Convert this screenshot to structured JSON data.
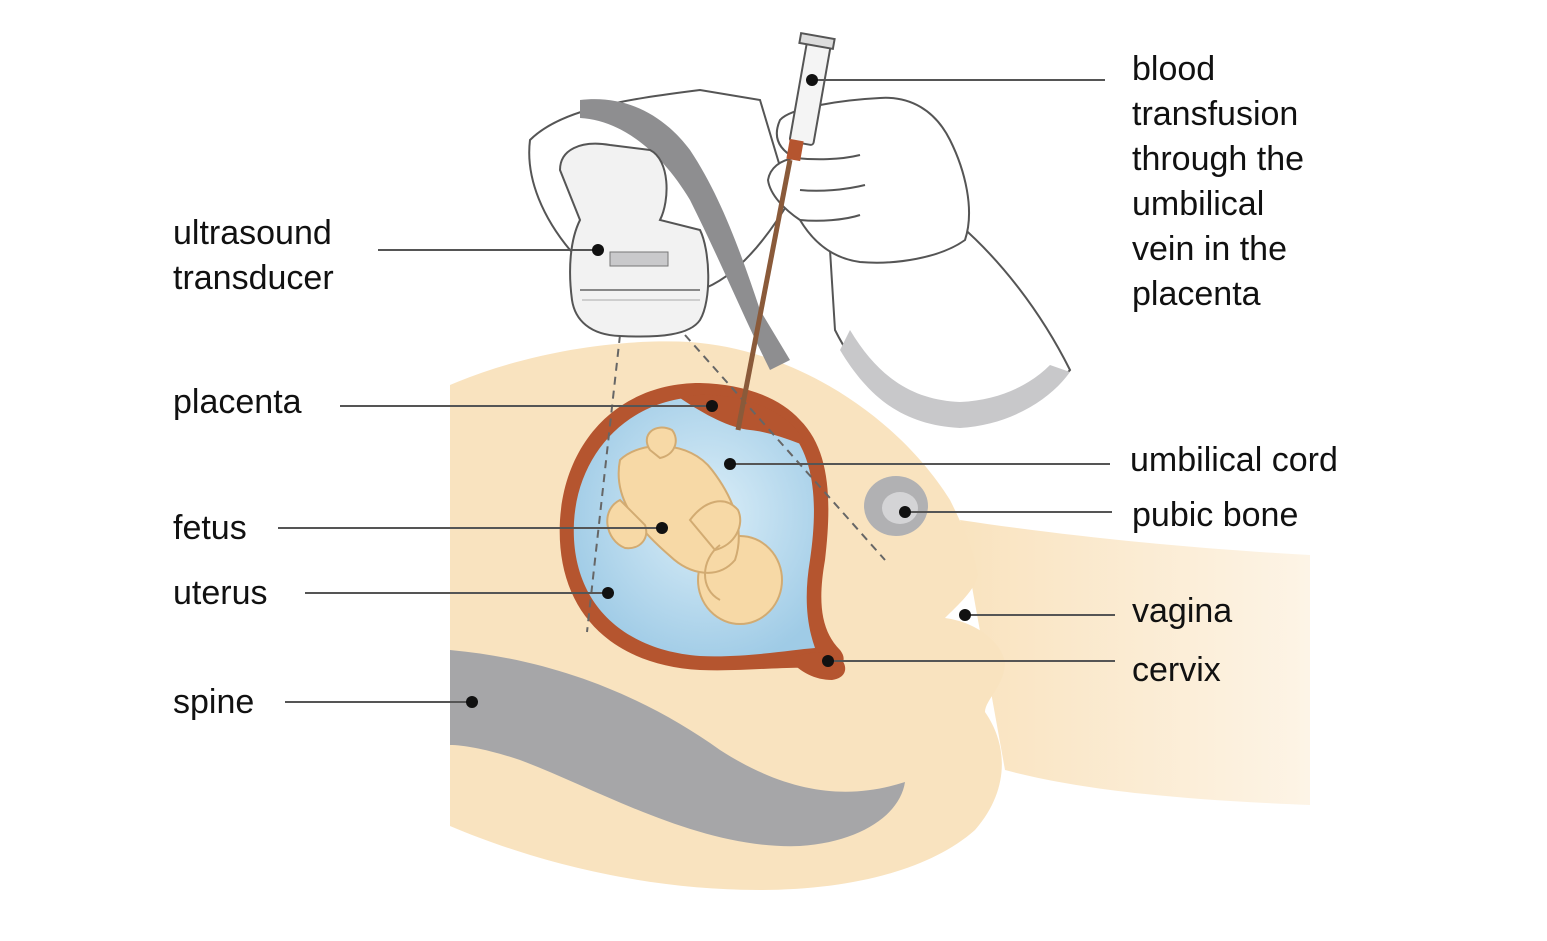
{
  "diagram": {
    "labels": {
      "ultrasound_transducer": [
        "ultrasound",
        "transducer"
      ],
      "placenta": [
        "placenta"
      ],
      "fetus": [
        "fetus"
      ],
      "uterus": [
        "uterus"
      ],
      "spine": [
        "spine"
      ],
      "blood_transfusion": [
        "blood",
        "transfusion",
        "through the",
        "umbilical",
        "vein in the",
        "placenta"
      ],
      "umbilical_cord": [
        "umbilical cord"
      ],
      "pubic_bone": [
        "pubic bone"
      ],
      "vagina": [
        "vagina"
      ],
      "cervix": [
        "cervix"
      ]
    },
    "colors": {
      "skin": "#f9e3bf",
      "skin_outline": "#d8b98b",
      "uterus_wall": "#b5552f",
      "amniotic_fluid": "#a9d3ec",
      "fetus": "#f7d9a6",
      "spine": "#a6a6a8",
      "glove": "#ffffff",
      "sleeve_shadow": "#c8c8ca",
      "probe": "#f2f2f2",
      "needle": "#8a5a3a",
      "leader_line": "#555555",
      "dot": "#111111"
    }
  }
}
